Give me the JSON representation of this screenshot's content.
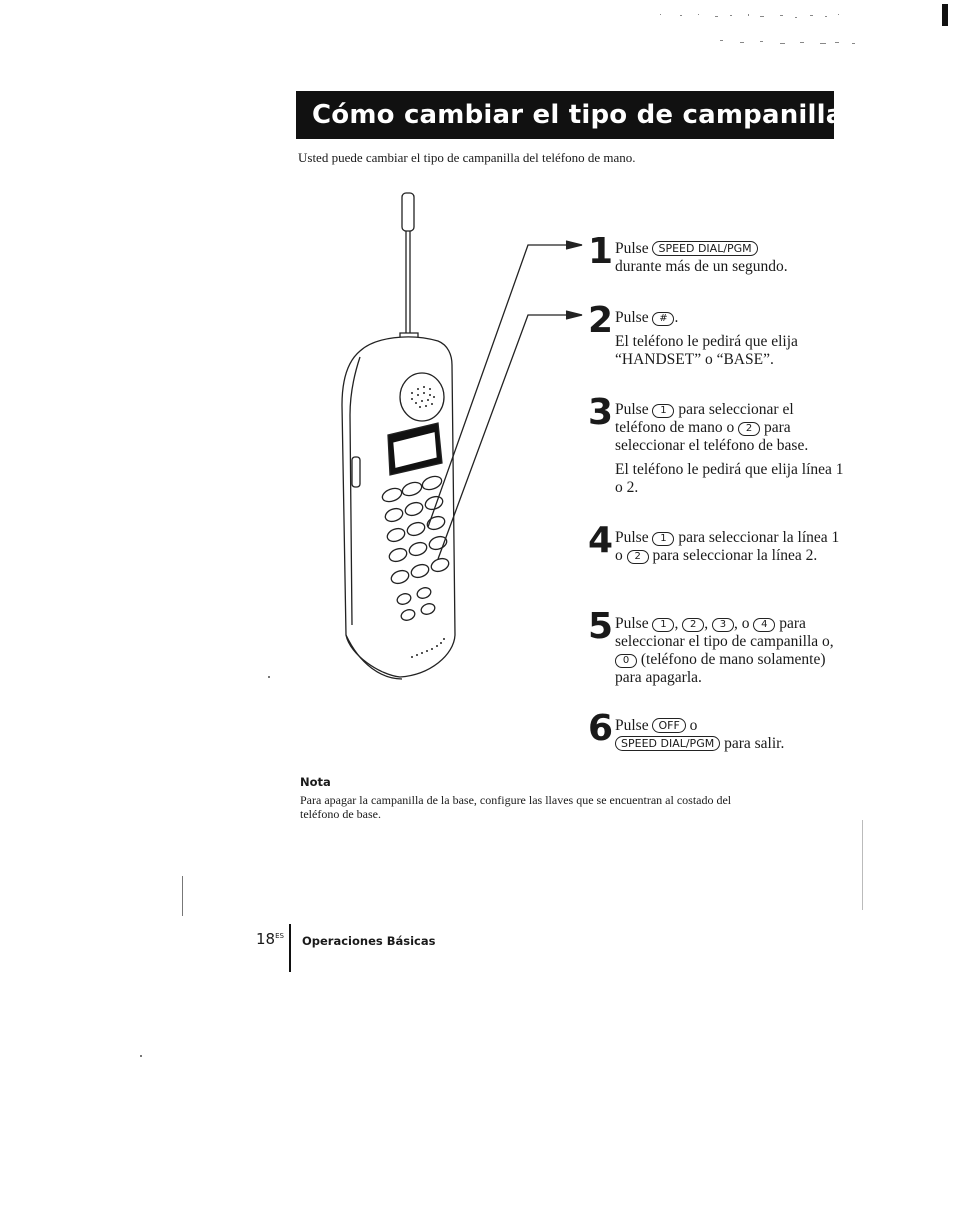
{
  "title": "Cómo cambiar el tipo de campanilla",
  "intro": "Usted puede cambiar el tipo de campanilla del teléfono de mano.",
  "keys": {
    "speed_dial": "SPEED DIAL/PGM",
    "hash": "#",
    "one": "1",
    "two": "2",
    "three": "3",
    "four": "4",
    "zero": "0",
    "off": "OFF"
  },
  "steps": [
    {
      "num": "1",
      "pre": "Pulse",
      "post": "durante más de un segundo."
    },
    {
      "num": "2",
      "pre": "Pulse",
      "post": ".",
      "detail": "El teléfono le pedirá que elija “HANDSET” o “BASE”."
    },
    {
      "num": "3",
      "pre": "Pulse",
      "mid1": "para seleccionar el teléfono de mano o",
      "mid2": "para seleccionar el teléfono de base.",
      "detail": "El teléfono le pedirá que elija línea 1 o 2."
    },
    {
      "num": "4",
      "pre": "Pulse",
      "mid1": "para seleccionar la línea 1 o",
      "mid2": "para seleccionar la línea 2."
    },
    {
      "num": "5",
      "pre": "Pulse",
      "sep1": ",",
      "sep2": ",",
      "sep3": ", o",
      "mid1": "para seleccionar el tipo de campanilla o,",
      "mid2": "(teléfono de mano solamente) para apagarla."
    },
    {
      "num": "6",
      "pre": "Pulse",
      "mid1": "o",
      "post": "para salir."
    }
  ],
  "note": {
    "heading": "Nota",
    "text": "Para apagar la campanilla de la base, configure las llaves que se encuentran al costado del teléfono de base."
  },
  "footer": {
    "page": "18",
    "page_sup": "ES",
    "section": "Operaciones Básicas"
  }
}
